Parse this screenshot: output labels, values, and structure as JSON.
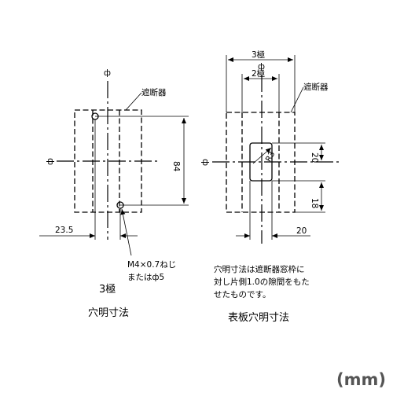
{
  "left_view": {
    "center_mark_top": "ф",
    "center_mark_left": "ф",
    "breaker_label": "遮断器",
    "dim_height": "84",
    "dim_offset": "23.5",
    "screw_label_line1": "M4×0.7ねじ",
    "screw_label_line2": "または",
    "screw_label_phi": "ф5",
    "caption_poles": "3極",
    "caption_title": "穴明寸法"
  },
  "right_view": {
    "center_mark_top": "ф",
    "center_mark_left": "ф",
    "breaker_label": "遮断器",
    "dim_3pole": "3極",
    "dim_2pole": "2極",
    "dim_20_right": "20",
    "dim_18": "18",
    "dim_20_bottom": "20",
    "dim_r3": "R3",
    "note_line1": "穴明寸法は遮断器窓枠に",
    "note_line2": "対し片側1.0の隙間をもた",
    "note_line3": "せたものです。",
    "caption_title": "表板穴明寸法"
  },
  "unit_label": "(mm)"
}
